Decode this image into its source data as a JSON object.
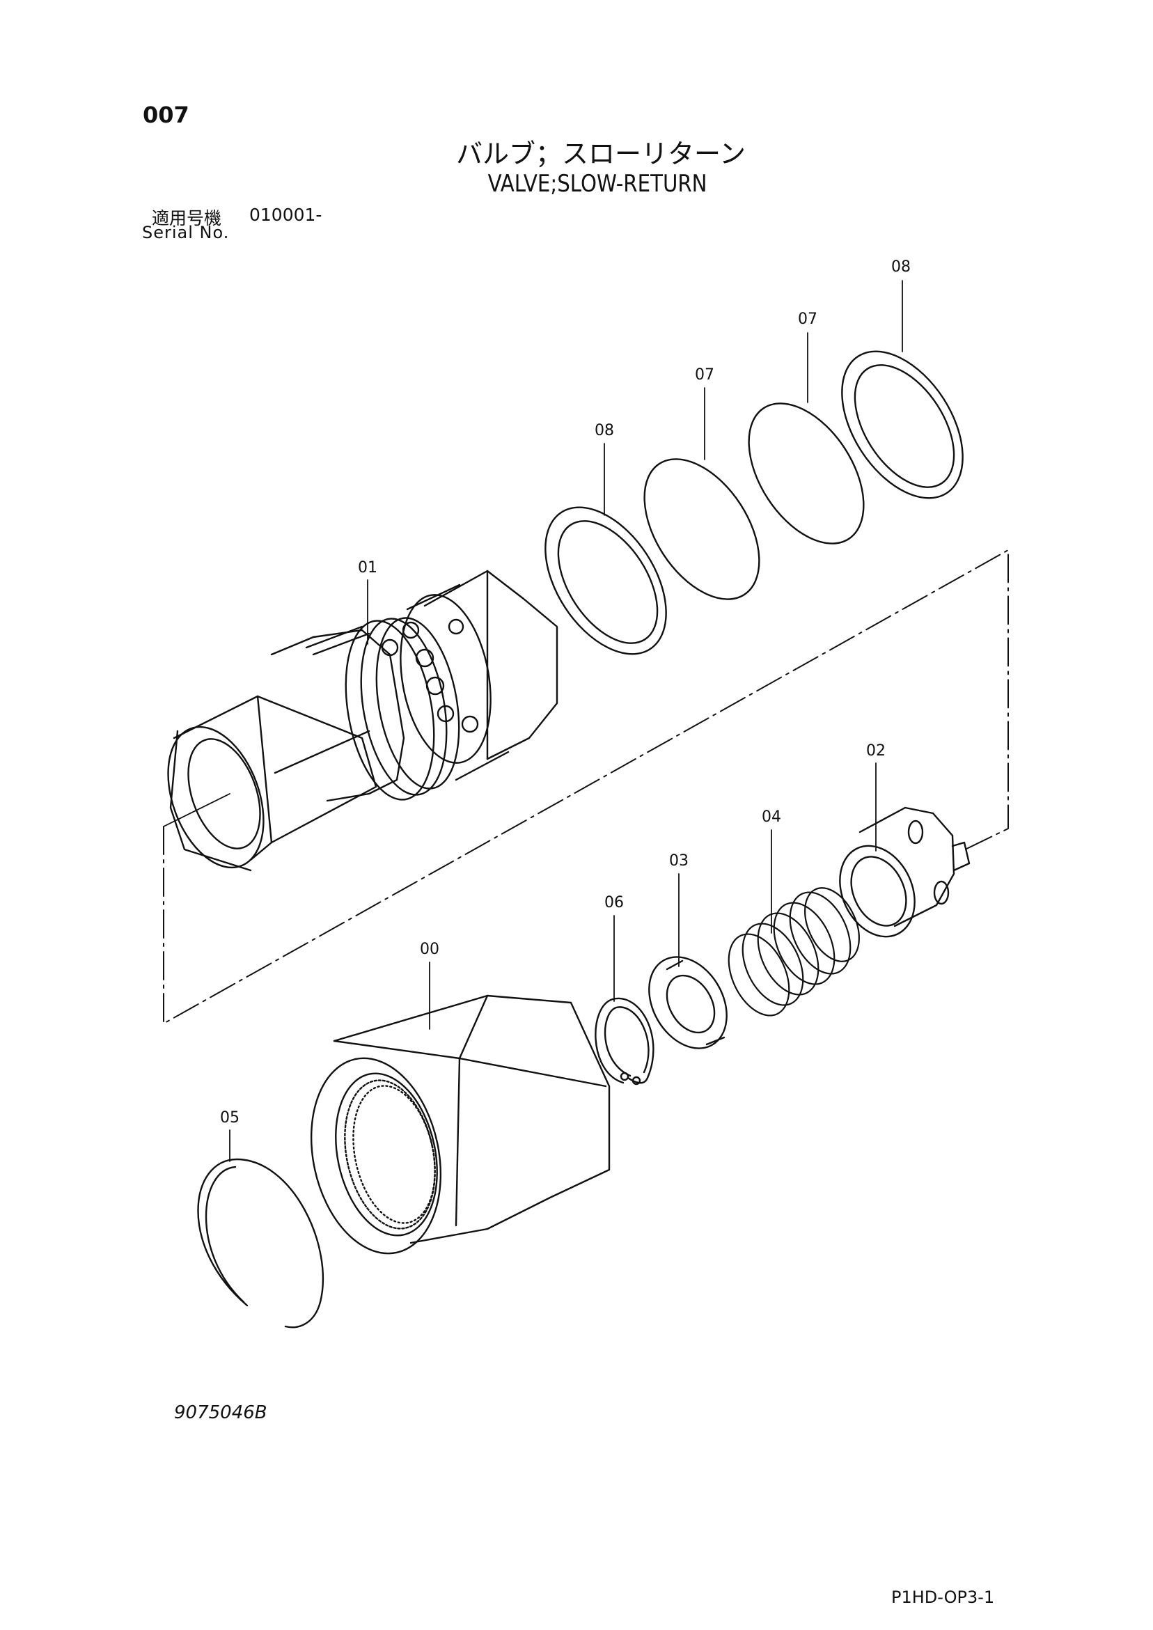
{
  "page": {
    "number": "007",
    "title_jp": "バルブ；スローリターン",
    "title_en": "VALVE;SLOW-RETURN",
    "serial_label_jp": "適用号機",
    "serial_value": "010001-",
    "serial_label_en": "Serial No.",
    "drawing_number": "9075046B",
    "page_code": "P1HD-OP3-1"
  },
  "callouts": [
    {
      "id": "callout-08-right",
      "label": "08"
    },
    {
      "id": "callout-07-right",
      "label": "07"
    },
    {
      "id": "callout-07-left",
      "label": "07"
    },
    {
      "id": "callout-08-left",
      "label": "08"
    },
    {
      "id": "callout-01",
      "label": "01"
    },
    {
      "id": "callout-02",
      "label": "02"
    },
    {
      "id": "callout-04",
      "label": "04"
    },
    {
      "id": "callout-03",
      "label": "03"
    },
    {
      "id": "callout-06",
      "label": "06"
    },
    {
      "id": "callout-00",
      "label": "00"
    },
    {
      "id": "callout-05",
      "label": "05"
    }
  ]
}
